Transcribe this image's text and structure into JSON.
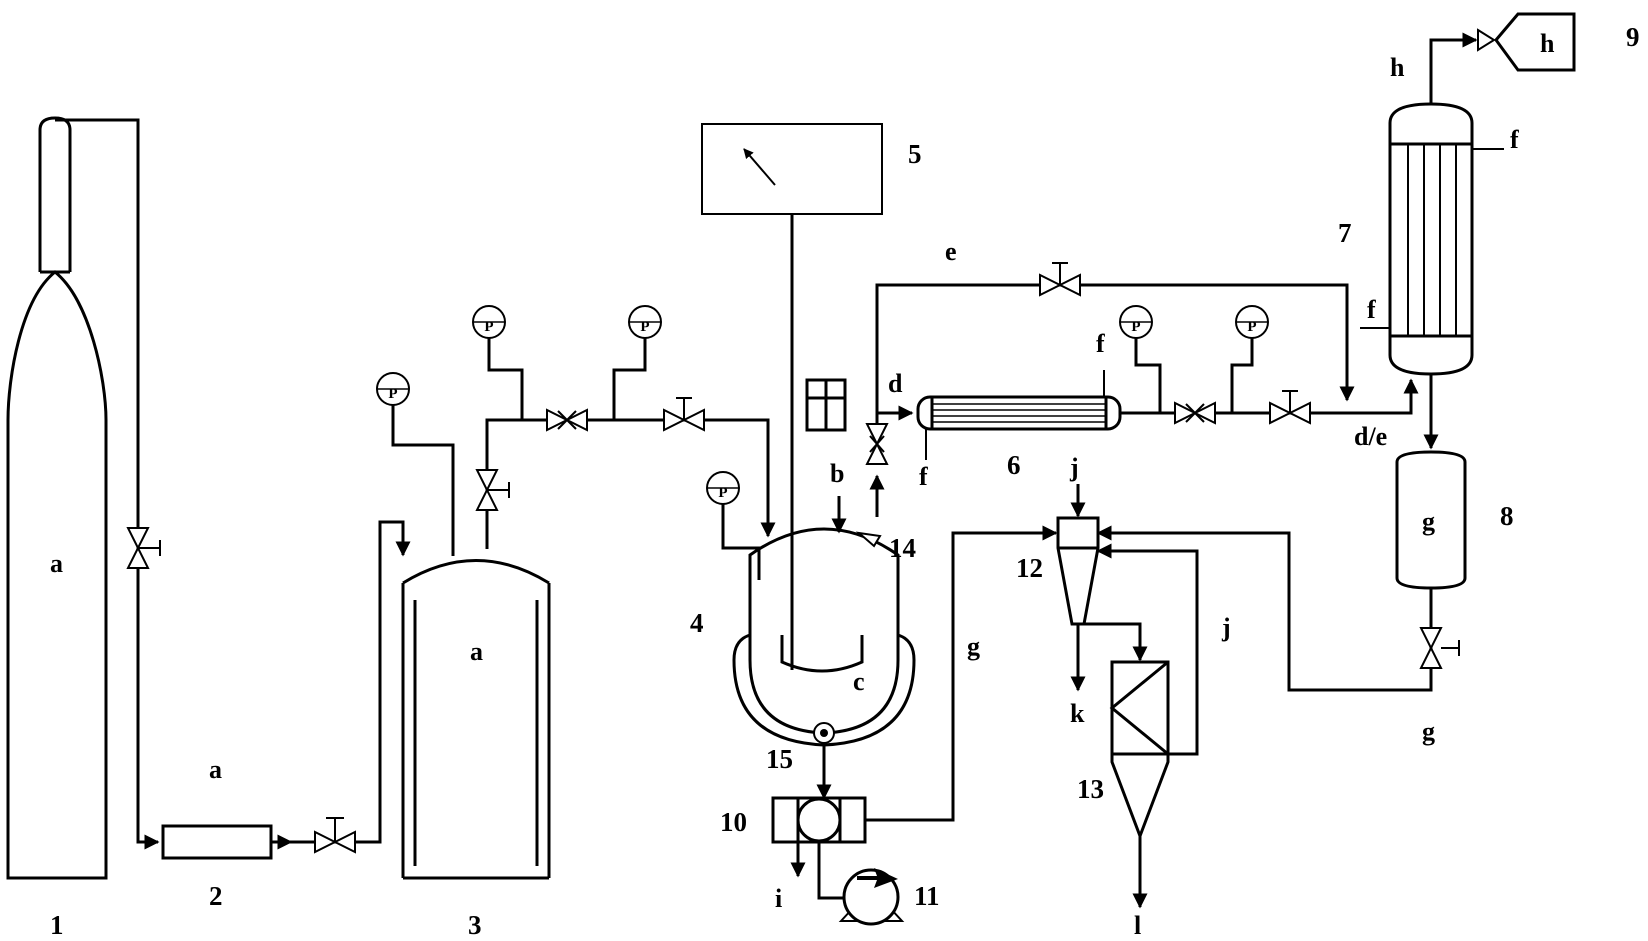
{
  "equipment_numbers": {
    "n1": "1",
    "n2": "2",
    "n3": "3",
    "n4": "4",
    "n5": "5",
    "n6": "6",
    "n7": "7",
    "n8": "8",
    "n9": "9",
    "n10": "10",
    "n11": "11",
    "n12": "12",
    "n13": "13",
    "n14": "14",
    "n15": "15"
  },
  "stream_labels": {
    "a_cylinder": "a",
    "a_pipe": "a",
    "a_tank": "a",
    "b": "b",
    "c": "c",
    "d": "d",
    "de": "d/e",
    "e": "e",
    "f_cooler_left": "f",
    "f_cooler_right": "f",
    "f_condenser_top": "f",
    "f_condenser_bottom": "f",
    "g_line": "g",
    "g_receiver": "g",
    "g_bottom": "g",
    "h_line": "h",
    "h_box": "h",
    "i": "i",
    "j_top": "j",
    "j_side": "j",
    "k": "k",
    "l": "l"
  },
  "gauge_symbol": "P",
  "colors": {
    "line": "#000000",
    "background": "#ffffff"
  }
}
